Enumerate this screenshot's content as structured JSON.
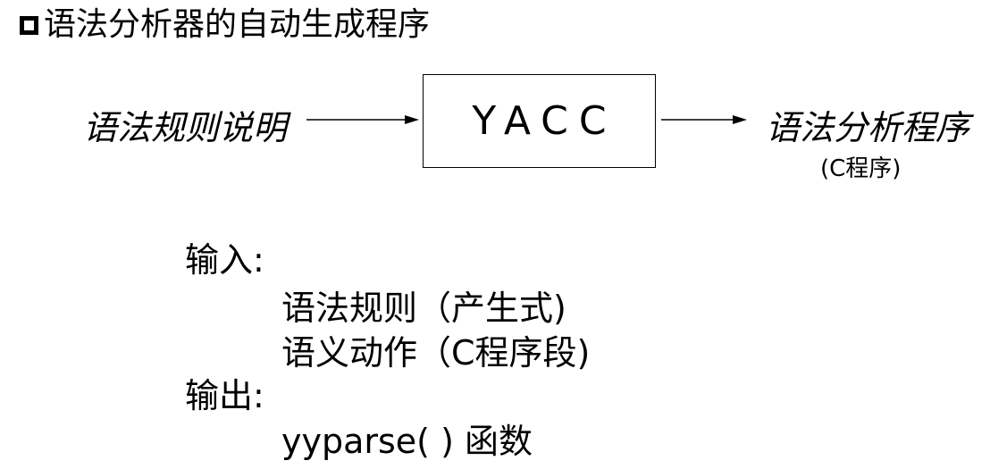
{
  "title": "语法分析器的自动生成程序",
  "diagram": {
    "input_label": "语法规则说明",
    "box_label": "YACC",
    "output_label": "语法分析程序",
    "output_sublabel": "(C程序)"
  },
  "details": {
    "input_heading": "输入:",
    "input_items": [
      "语法规则（产生式)",
      "语义动作（C程序段)"
    ],
    "output_heading": "输出:",
    "output_items": [
      "yyparse( ) 函数"
    ]
  }
}
